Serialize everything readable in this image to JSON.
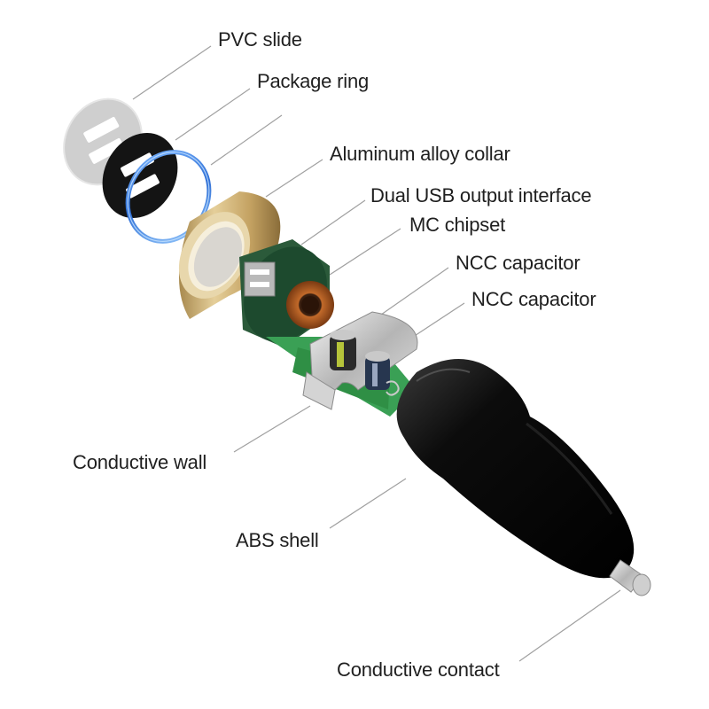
{
  "labels": {
    "pvc_slide": "PVC slide",
    "package_ring": "Package ring",
    "aluminum_collar": "Aluminum alloy collar",
    "dual_usb": "Dual USB output interface",
    "mc_chipset": "MC chipset",
    "ncc_capacitor_1": "NCC capacitor",
    "ncc_capacitor_2": "NCC capacitor",
    "conductive_wall": "Conductive wall",
    "abs_shell": "ABS shell",
    "conductive_contact": "Conductive contact"
  },
  "colors": {
    "leader_line": "#9a9a9a",
    "shell_black": "#111111",
    "collar_gold": "#c8a86b",
    "pcb_green": "#2f8f45",
    "ring_blue": "#4a8fe0",
    "pvc_grey": "#c9c9c9"
  },
  "icons": {
    "pvc_slide": "pvc-slide-icon",
    "package_ring": "package-ring-icon",
    "collar": "aluminum-collar-icon",
    "pcb": "pcb-board-icon",
    "capacitor": "capacitor-icon",
    "wall": "conductive-wall-icon",
    "shell": "abs-shell-icon",
    "contact": "contact-tip-icon"
  }
}
